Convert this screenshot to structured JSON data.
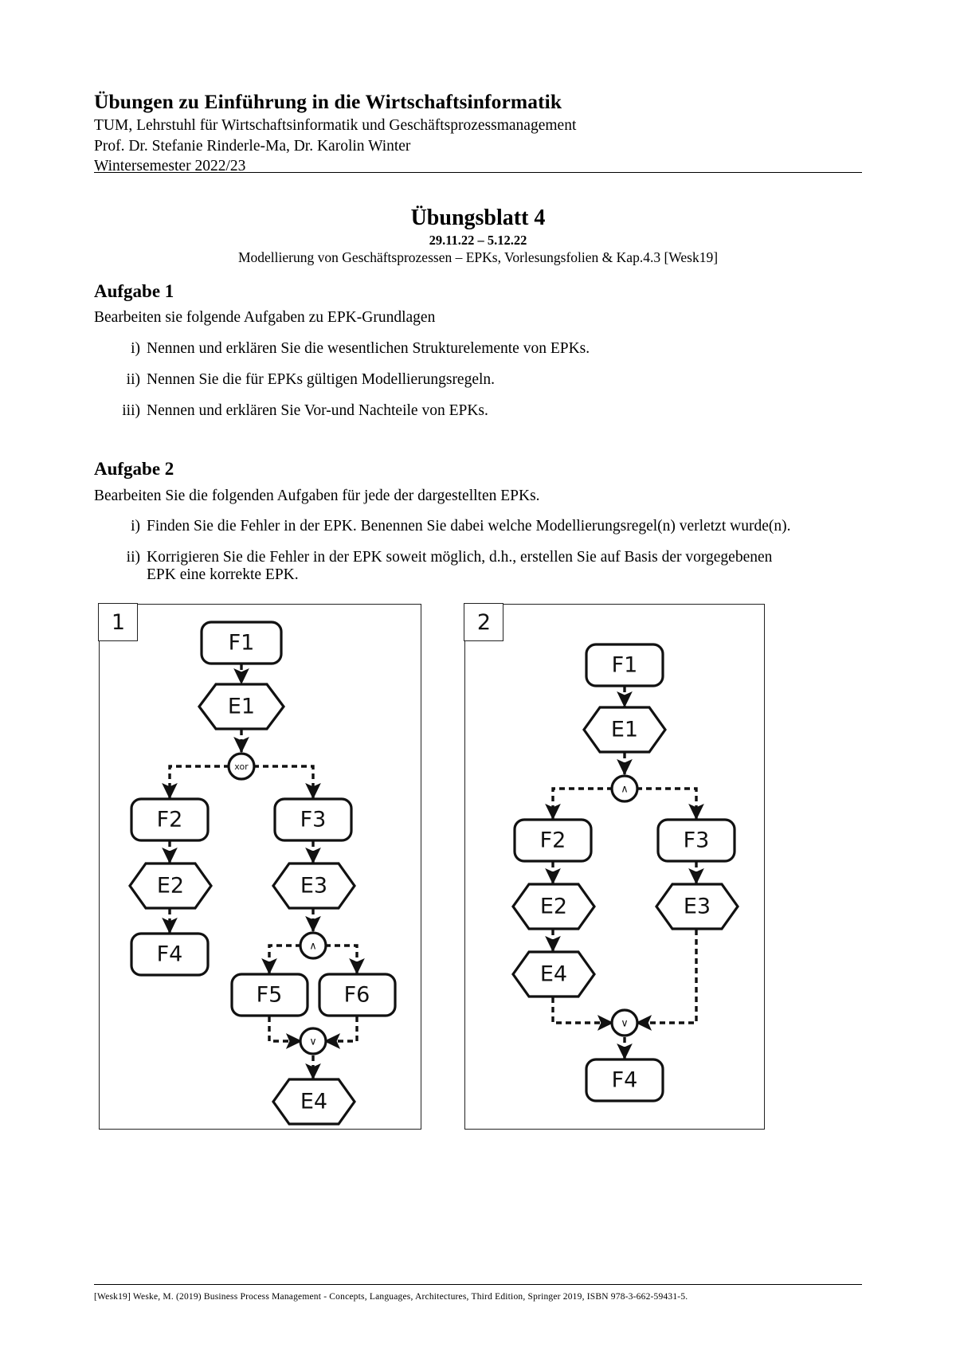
{
  "header": {
    "title": "Übungen zu Einführung in die Wirtschaftsinformatik",
    "line2": "TUM, Lehrstuhl für Wirtschaftsinformatik und Geschäftsprozessmanagement",
    "line3": "Prof. Dr. Stefanie Rinderle-Ma, Dr. Karolin Winter",
    "line4": "Wintersemester 2022/23"
  },
  "sheet": {
    "title": "Übungsblatt 4",
    "dates": "29.11.22 – 5.12.22",
    "subtitle": "Modellierung von Geschäftsprozessen – EPKs, Vorlesungsfolien & Kap.4.3 [Wesk19]"
  },
  "aufgabe1": {
    "heading": "Aufgabe 1",
    "intro": "Bearbeiten sie folgende Aufgaben zu EPK-Grundlagen",
    "items": [
      {
        "marker": "i)",
        "text": "Nennen und erklären Sie die wesentlichen Strukturelemente von EPKs."
      },
      {
        "marker": "ii)",
        "text": "Nennen Sie die für EPKs gültigen Modellierungsregeln."
      },
      {
        "marker": "iii)",
        "text": "Nennen und erklären Sie Vor-und Nachteile von EPKs."
      }
    ]
  },
  "aufgabe2": {
    "heading": "Aufgabe 2",
    "intro": "Bearbeiten Sie die folgenden Aufgaben für jede der dargestellten EPKs.",
    "items": [
      {
        "marker": "i)",
        "text": "Finden Sie die Fehler in der EPK. Benennen Sie dabei welche Modellierungsregel(n) verletzt wurde(n)."
      },
      {
        "marker": "ii)",
        "text": "Korrigieren Sie die Fehler in der EPK soweit möglich, d.h., erstellen Sie auf Basis der vorgegebenen",
        "line2": "EPK eine korrekte EPK."
      }
    ]
  },
  "figures": [
    {
      "tag": "1",
      "nodes": [
        {
          "id": "F1",
          "label": "F1",
          "type": "function"
        },
        {
          "id": "E1",
          "label": "E1",
          "type": "event"
        },
        {
          "id": "C1",
          "label": "xor",
          "type": "connector"
        },
        {
          "id": "F2",
          "label": "F2",
          "type": "function"
        },
        {
          "id": "F3",
          "label": "F3",
          "type": "function"
        },
        {
          "id": "E2",
          "label": "E2",
          "type": "event"
        },
        {
          "id": "E3",
          "label": "E3",
          "type": "event"
        },
        {
          "id": "F4",
          "label": "F4",
          "type": "function"
        },
        {
          "id": "C2",
          "label": "∧",
          "type": "connector"
        },
        {
          "id": "F5",
          "label": "F5",
          "type": "function"
        },
        {
          "id": "F6",
          "label": "F6",
          "type": "function"
        },
        {
          "id": "C3",
          "label": "∨",
          "type": "connector"
        },
        {
          "id": "E4",
          "label": "E4",
          "type": "event"
        }
      ],
      "edges": [
        [
          "F1",
          "E1"
        ],
        [
          "E1",
          "C1"
        ],
        [
          "C1",
          "F2"
        ],
        [
          "C1",
          "F3"
        ],
        [
          "F2",
          "E2"
        ],
        [
          "F3",
          "E3"
        ],
        [
          "E2",
          "F4"
        ],
        [
          "E3",
          "C2"
        ],
        [
          "C2",
          "F5"
        ],
        [
          "C2",
          "F6"
        ],
        [
          "F5",
          "C3"
        ],
        [
          "F6",
          "C3"
        ],
        [
          "C3",
          "E4"
        ]
      ]
    },
    {
      "tag": "2",
      "nodes": [
        {
          "id": "F1",
          "label": "F1",
          "type": "function"
        },
        {
          "id": "E1",
          "label": "E1",
          "type": "event"
        },
        {
          "id": "C1",
          "label": "∧",
          "type": "connector"
        },
        {
          "id": "F2",
          "label": "F2",
          "type": "function"
        },
        {
          "id": "F3",
          "label": "F3",
          "type": "function"
        },
        {
          "id": "E2",
          "label": "E2",
          "type": "event"
        },
        {
          "id": "E3",
          "label": "E3",
          "type": "event"
        },
        {
          "id": "E4",
          "label": "E4",
          "type": "event"
        },
        {
          "id": "C2",
          "label": "∨",
          "type": "connector"
        },
        {
          "id": "F4",
          "label": "F4",
          "type": "function"
        }
      ],
      "edges": [
        [
          "F1",
          "E1"
        ],
        [
          "E1",
          "C1"
        ],
        [
          "C1",
          "F2"
        ],
        [
          "C1",
          "F3"
        ],
        [
          "F2",
          "E2"
        ],
        [
          "F3",
          "E3"
        ],
        [
          "E2",
          "E4"
        ],
        [
          "E4",
          "C2"
        ],
        [
          "E3",
          "C2"
        ],
        [
          "C2",
          "F4"
        ]
      ]
    }
  ],
  "footer": {
    "reference": "[Wesk19] Weske, M. (2019) Business Process Management - Concepts, Languages, Architectures, Third Edition, Springer 2019, ISBN 978-3-662-59431-5."
  }
}
